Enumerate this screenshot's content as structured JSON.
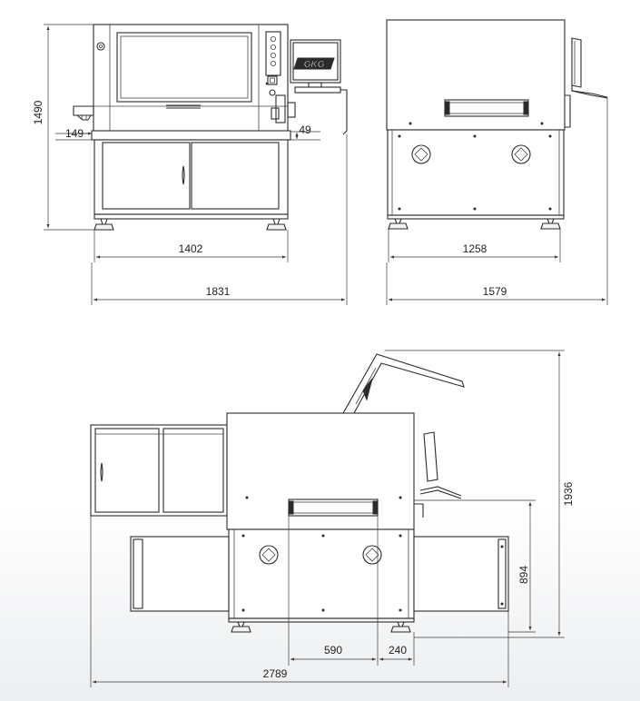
{
  "front_view": {
    "height_dim": "1490",
    "left_step_dim": "149",
    "right_step_dim": "49",
    "inner_width_dim": "1402",
    "overall_width_dim": "1831",
    "monitor_logo": "GKG"
  },
  "side_view": {
    "inner_width_dim": "1258",
    "overall_width_dim": "1579"
  },
  "open_view": {
    "overall_height_dim": "1936",
    "rail_height_dim": "894",
    "center_width_dim": "590",
    "right_offset_dim": "240",
    "overall_width_dim": "2789"
  }
}
